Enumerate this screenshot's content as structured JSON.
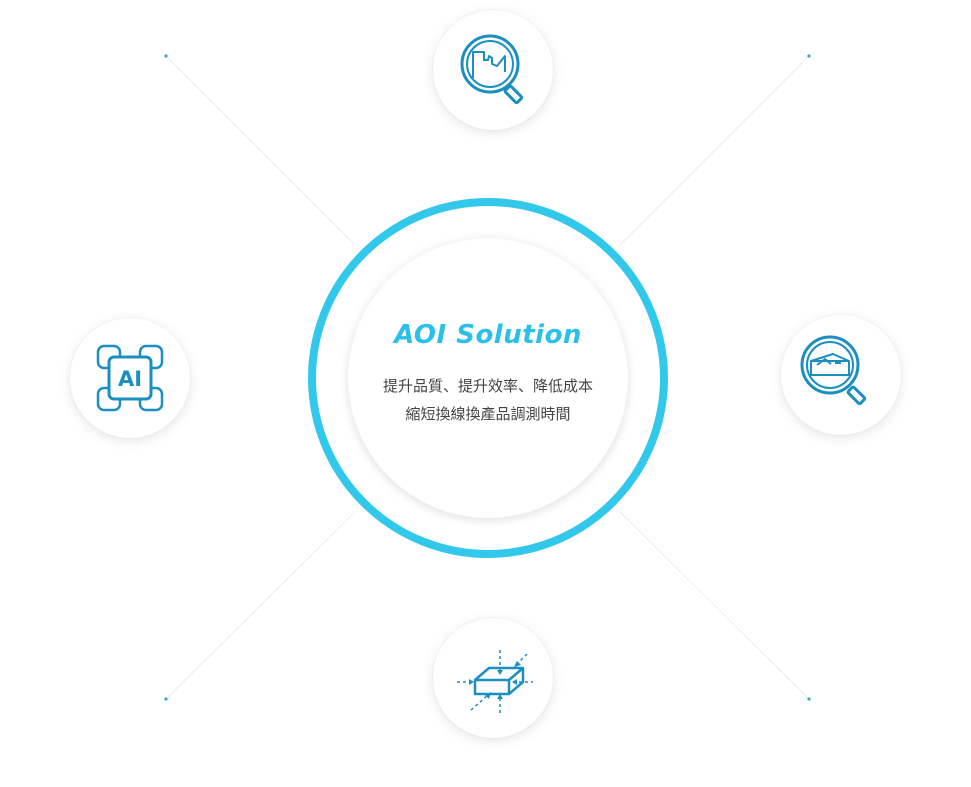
{
  "center": {
    "title": "AOI Solution",
    "line1": "提升品質、提升效率、降低成本",
    "line2": "縮短換線換產品調測時間"
  },
  "nodes": {
    "left_icon_text": "AI"
  },
  "colors": {
    "ring": "#31c8ec",
    "icon": "#1a8fc0",
    "title": "#2bc0ea",
    "connector": "#e9e9e9"
  }
}
